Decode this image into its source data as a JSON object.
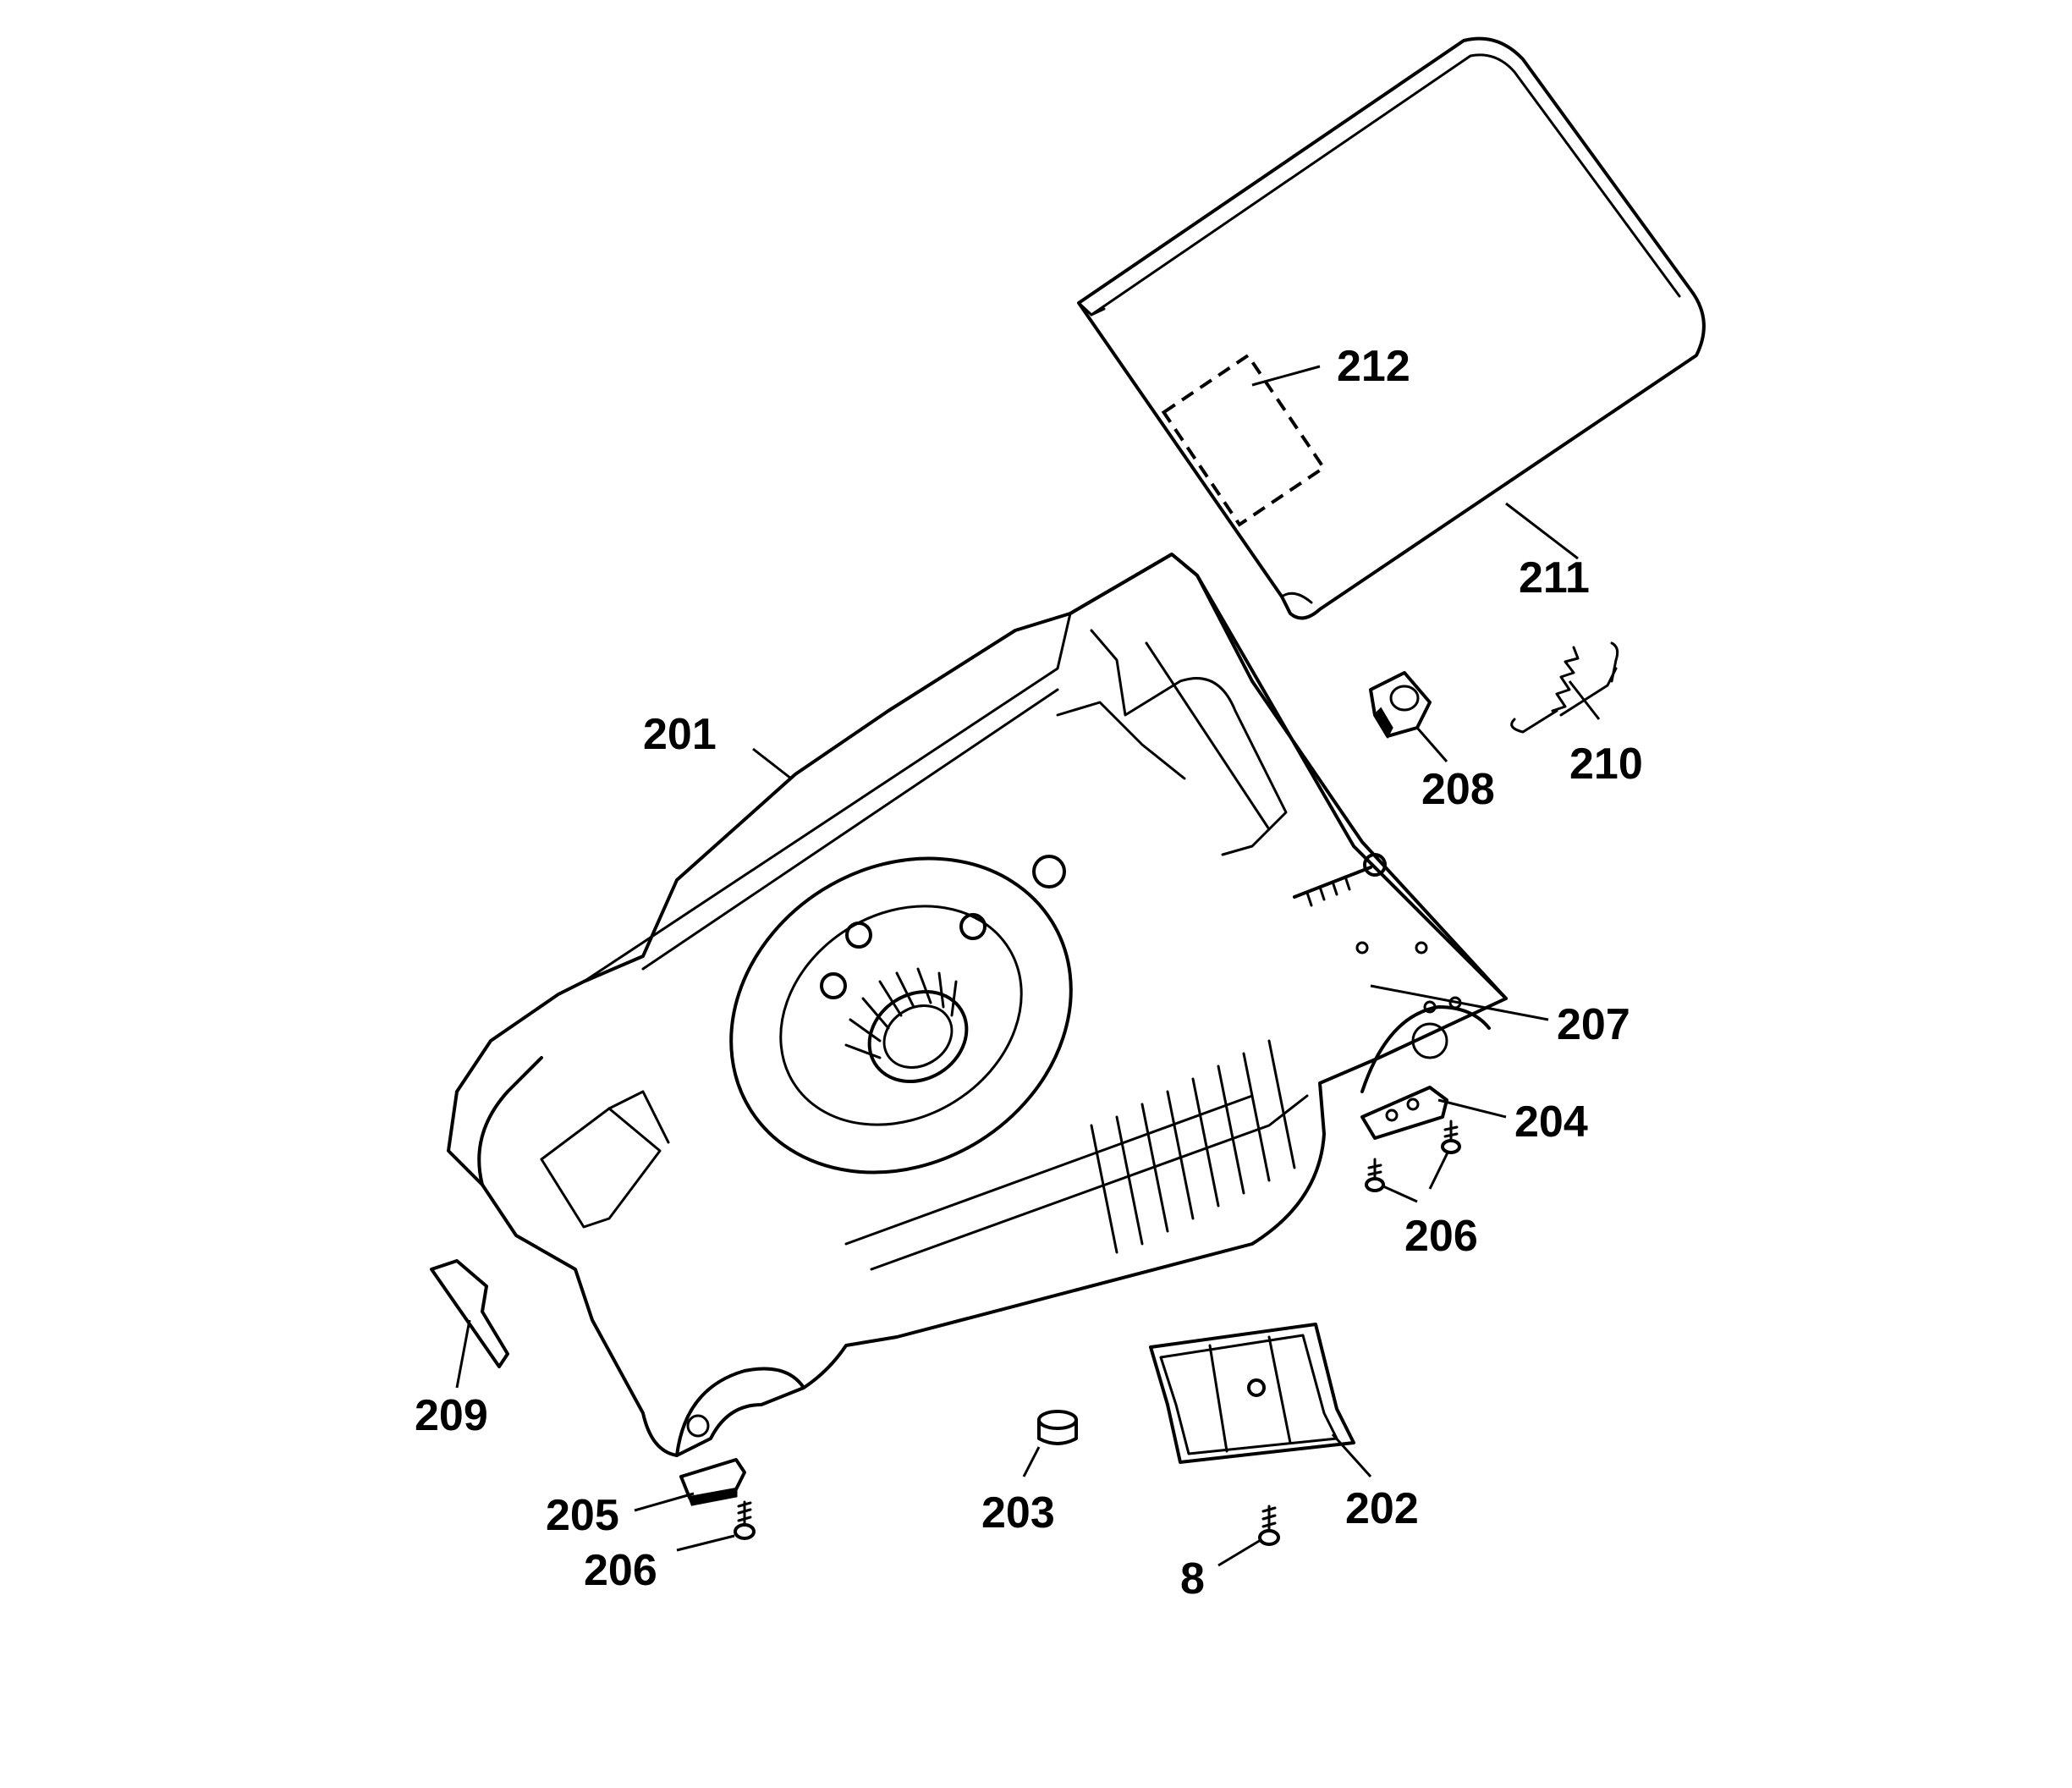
{
  "callouts": {
    "c201": "201",
    "c202": "202",
    "c203": "203",
    "c204": "204",
    "c205": "205",
    "c206a": "206",
    "c206b": "206",
    "c207": "207",
    "c208": "208",
    "c209": "209",
    "c210": "210",
    "c211": "211",
    "c212": "212",
    "c8": "8"
  }
}
